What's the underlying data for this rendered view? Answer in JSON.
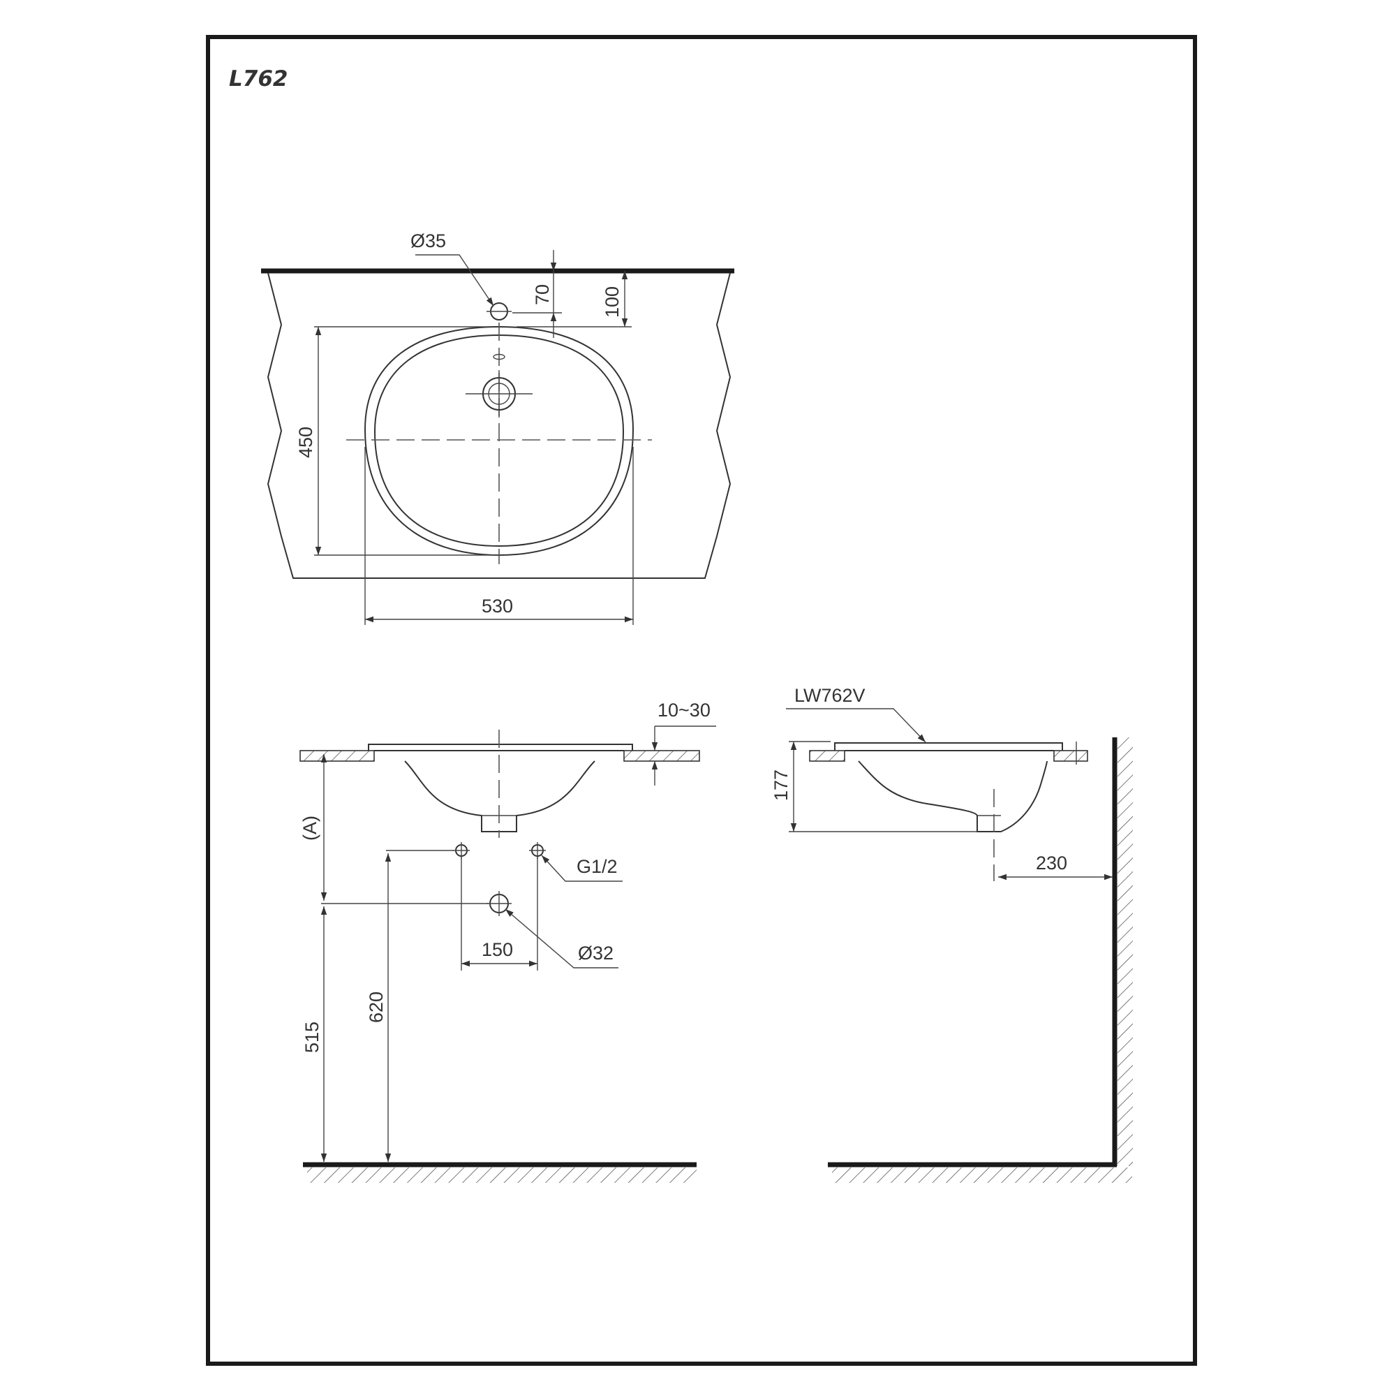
{
  "model": "L762",
  "top_view": {
    "hole_tap": "Ø35",
    "dim_70": "70",
    "dim_100": "100",
    "dim_450": "450",
    "dim_530": "530"
  },
  "front_view": {
    "dim_counter": "10~30",
    "dim_a": "(A)",
    "supply": "G1/2",
    "waste": "Ø32",
    "dim_150": "150",
    "dim_515": "515",
    "dim_620": "620"
  },
  "side_view": {
    "part": "LW762V",
    "dim_177": "177",
    "dim_230": "230"
  }
}
